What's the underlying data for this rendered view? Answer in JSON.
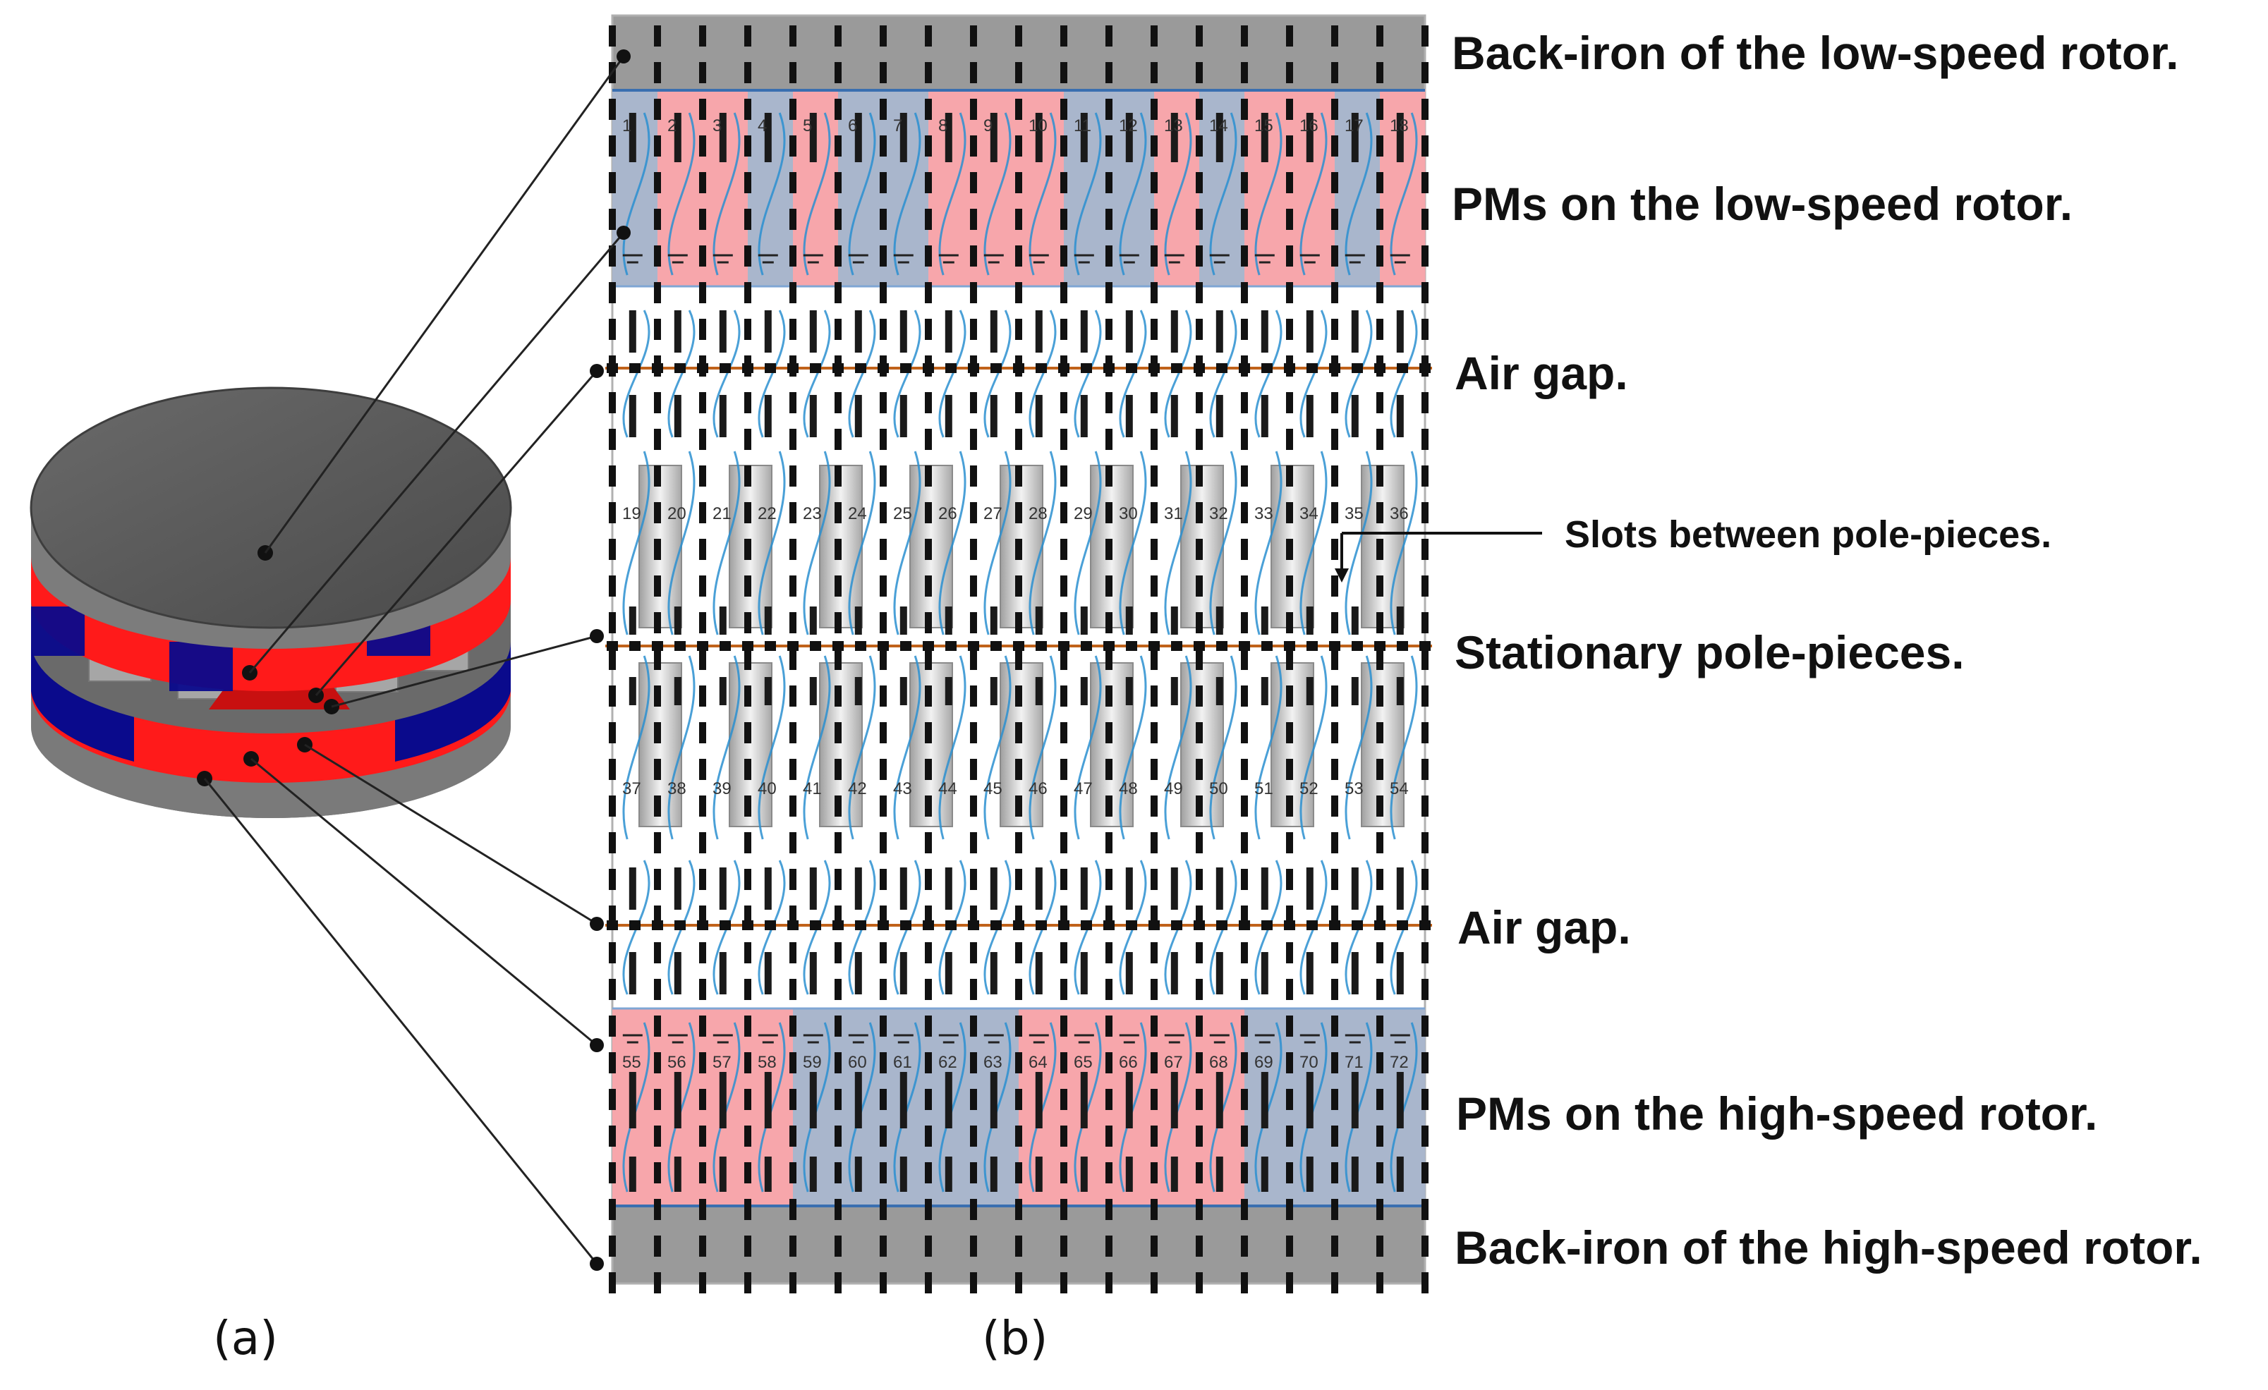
{
  "labels": {
    "back_iron_low": "Back-iron of the low-speed rotor.",
    "pms_low": "PMs on the low-speed rotor.",
    "air_gap_top": "Air gap.",
    "slots": "Slots between pole-pieces.",
    "pole_pieces": "Stationary pole-pieces.",
    "air_gap_bottom": "Air gap.",
    "pms_high": "PMs on the high-speed rotor.",
    "back_iron_high": "Back-iron of the high-speed rotor."
  },
  "captions": {
    "a": "(a)",
    "b": "(b)"
  },
  "node_numbers": {
    "low_rotor": [
      "1",
      "2",
      "3",
      "4",
      "5",
      "6",
      "7",
      "8",
      "9",
      "10",
      "11",
      "12",
      "13",
      "14",
      "15",
      "16",
      "17",
      "18"
    ],
    "pole_upper": [
      "19",
      "20",
      "21",
      "22",
      "23",
      "24",
      "25",
      "26",
      "27",
      "28",
      "29",
      "30",
      "31",
      "32",
      "33",
      "34",
      "35",
      "36"
    ],
    "pole_lower": [
      "37",
      "38",
      "39",
      "40",
      "41",
      "42",
      "43",
      "44",
      "45",
      "46",
      "47",
      "48",
      "49",
      "50",
      "51",
      "52",
      "53",
      "54"
    ],
    "high_rotor": [
      "55",
      "56",
      "57",
      "58",
      "59",
      "60",
      "61",
      "62",
      "63",
      "64",
      "65",
      "66",
      "67",
      "68",
      "69",
      "70",
      "71",
      "72"
    ]
  },
  "colors": {
    "back_iron": "#9a9a9a",
    "pm_north": "#f7a6ab",
    "pm_south": "#a9b6cc",
    "pole_piece": "#c8c8c8",
    "model_red": "#ff1a1a",
    "model_blue": "#0a0a8c",
    "model_grey": "#5a5a5a",
    "resistor": "#111111",
    "wire": "#c0621a",
    "flux_line": "#2a8fd0"
  },
  "low_rotor_pattern": [
    "S",
    "N",
    "N",
    "S",
    "N",
    "S",
    "S",
    "N",
    "N",
    "N",
    "S",
    "S",
    "N",
    "S",
    "N",
    "N",
    "S",
    "N"
  ],
  "high_rotor_pattern": [
    "N",
    "N",
    "N",
    "N",
    "S",
    "S",
    "S",
    "S",
    "S",
    "N",
    "N",
    "N",
    "N",
    "N",
    "S",
    "S",
    "S",
    "S"
  ]
}
